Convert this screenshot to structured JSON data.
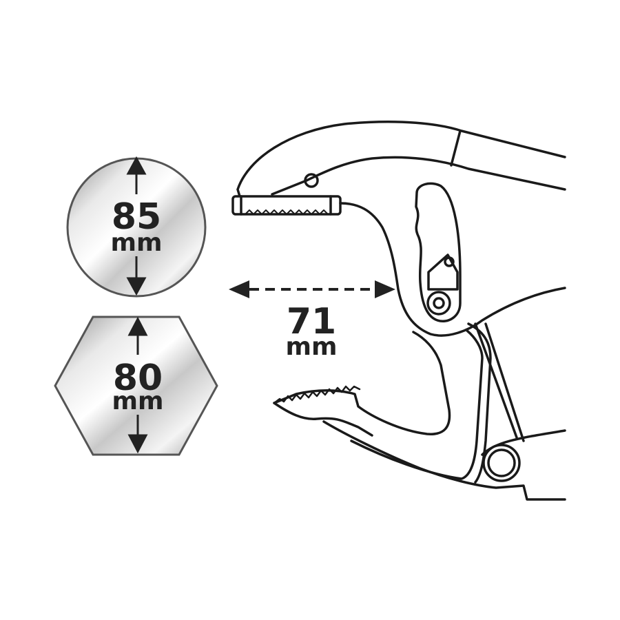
{
  "measurements": {
    "round": {
      "value": "85",
      "unit": "mm",
      "shape": "circle"
    },
    "hex": {
      "value": "80",
      "unit": "mm",
      "shape": "hexagon"
    },
    "jaw_opening": {
      "value": "71",
      "unit": "mm"
    }
  },
  "colors": {
    "outline": "#1a1a1a",
    "metal_light": "#f2f2f2",
    "metal_dark": "#9a9a9a",
    "text": "#222222"
  },
  "icons": [
    "double-arrow-vertical",
    "double-arrow-horizontal-dashed",
    "locking-pliers-outline"
  ]
}
